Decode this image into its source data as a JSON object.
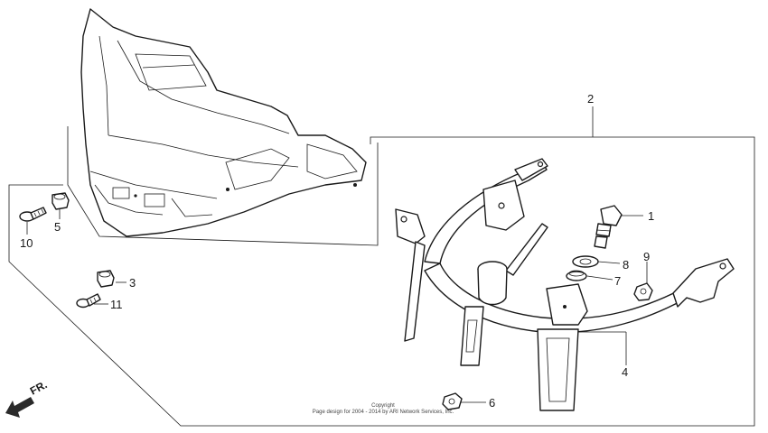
{
  "callouts": [
    {
      "id": "1",
      "label": "1"
    },
    {
      "id": "2",
      "label": "2"
    },
    {
      "id": "3",
      "label": "3"
    },
    {
      "id": "4",
      "label": "4"
    },
    {
      "id": "5",
      "label": "5"
    },
    {
      "id": "6",
      "label": "6"
    },
    {
      "id": "7",
      "label": "7"
    },
    {
      "id": "8",
      "label": "8"
    },
    {
      "id": "9",
      "label": "9"
    },
    {
      "id": "10",
      "label": "10"
    },
    {
      "id": "11",
      "label": "11"
    }
  ],
  "direction_label": "FR.",
  "copyright": {
    "line1": "Copyright",
    "line2": "Page design for 2004 - 2014 by ARI Network Services, Inc."
  },
  "colors": {
    "ink": "#1a1a1a",
    "background": "#ffffff"
  }
}
